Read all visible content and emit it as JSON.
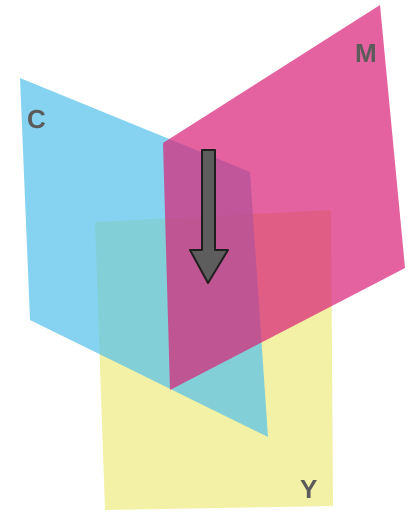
{
  "planes": [
    {
      "id": "C",
      "label": "C",
      "color": "#56c2ea"
    },
    {
      "id": "M",
      "label": "M",
      "color": "#d8267a"
    },
    {
      "id": "Y",
      "label": "Y",
      "color": "#f1ef95"
    }
  ],
  "arrow": {
    "fill": "#5d5d5d",
    "stroke": "#1f1f1f",
    "direction": "down"
  }
}
